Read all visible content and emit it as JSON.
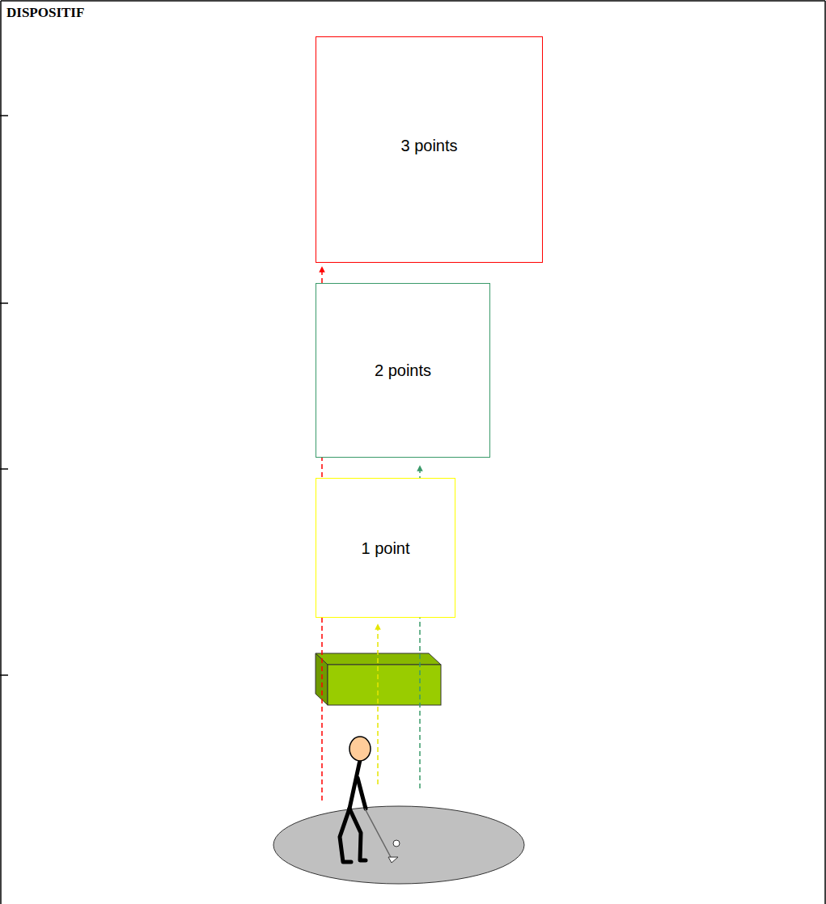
{
  "diagram": {
    "title": "DISPOSITIF",
    "nodes": [
      {
        "text": [
          "3 points"
        ]
      },
      {
        "text": [
          "2 points"
        ]
      },
      {
        "text": [
          "1 point"
        ]
      }
    ]
  }
}
